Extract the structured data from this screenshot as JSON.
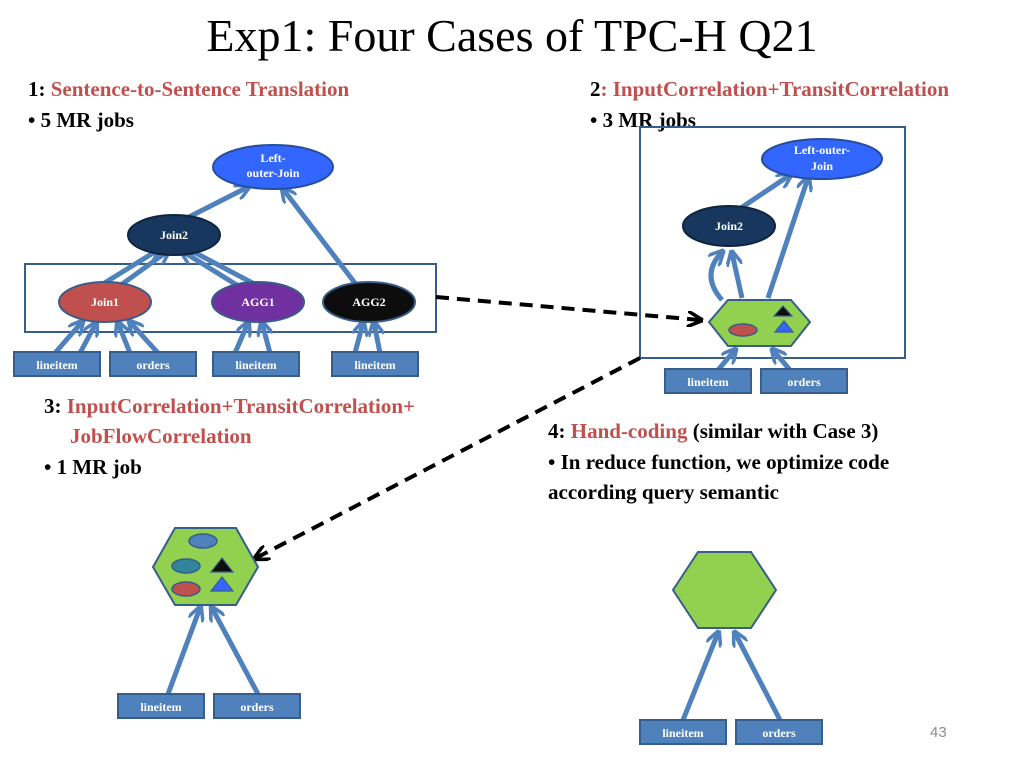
{
  "slide": {
    "title": "Exp1: Four Cases of TPC-H Q21",
    "page_number": "43"
  },
  "case1": {
    "num": "1:",
    "name": "Sentence-to-Sentence Translation",
    "bullet": "• 5 MR jobs",
    "nodes": {
      "loj_1": "Left-",
      "loj_2": "outer-Join",
      "join2": "Join2",
      "join1": "Join1",
      "agg1": "AGG1",
      "agg2": "AGG2"
    },
    "tables": [
      "lineitem",
      "orders",
      "lineitem",
      "lineitem"
    ]
  },
  "case2": {
    "num": "2",
    "name": ": InputCorrelation+TransitCorrelation",
    "bullet": "• 3 MR jobs",
    "nodes": {
      "loj_1": "Left-outer-",
      "loj_2": "Join",
      "join2": "Join2"
    },
    "tables": [
      "lineitem",
      "orders"
    ]
  },
  "case3": {
    "num": "3:",
    "name_1": "InputCorrelation+TransitCorrelation+",
    "name_2": "JobFlowCorrelation",
    "bullet": "• 1 MR job",
    "tables": [
      "lineitem",
      "orders"
    ]
  },
  "case4": {
    "num": "4:",
    "name": "Hand-coding",
    "note": "(similar with Case 3)",
    "bullet_1": "• In reduce function, we optimize code",
    "bullet_2": "according query semantic",
    "tables": [
      "lineitem",
      "orders"
    ]
  },
  "colors": {
    "accent_red": "#c0504d",
    "edge_blue": "#4f81bd",
    "hex_green": "#92d050",
    "table_blue": "#4f81bd",
    "node_bright_blue": "#3366ff",
    "node_navy": "#17375e",
    "node_red": "#c0504d",
    "node_purple": "#7030a0",
    "node_black": "#0d0d0d"
  }
}
